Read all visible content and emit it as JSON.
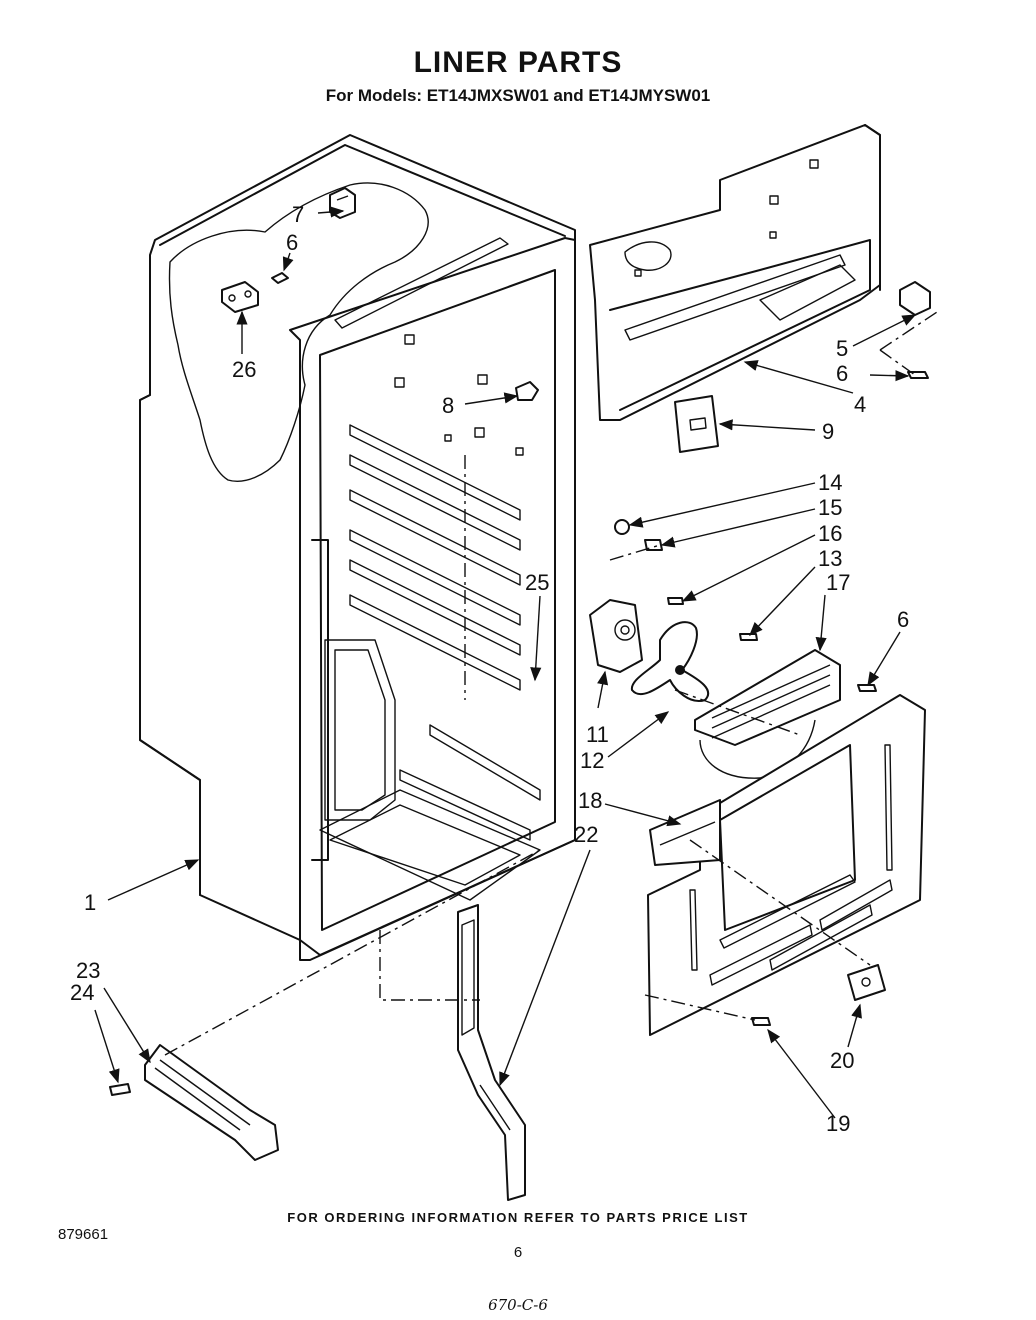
{
  "title": "LINER PARTS",
  "subtitle": "For Models: ET14JMXSW01 and ET14JMYSW01",
  "footer_note": "FOR ORDERING INFORMATION REFER TO PARTS PRICE LIST",
  "doc_number": "879661",
  "page_number": "6",
  "handwritten_note": "670-C-6",
  "callouts": {
    "c1": "1",
    "c4": "4",
    "c5": "5",
    "c6a": "6",
    "c6b": "6",
    "c6c": "6",
    "c7": "7",
    "c8": "8",
    "c9": "9",
    "c11": "11",
    "c12": "12",
    "c13": "13",
    "c14": "14",
    "c15": "15",
    "c16": "16",
    "c17": "17",
    "c18": "18",
    "c19": "19",
    "c20": "20",
    "c22": "22",
    "c23": "23",
    "c24": "24",
    "c25": "25",
    "c26": "26"
  }
}
